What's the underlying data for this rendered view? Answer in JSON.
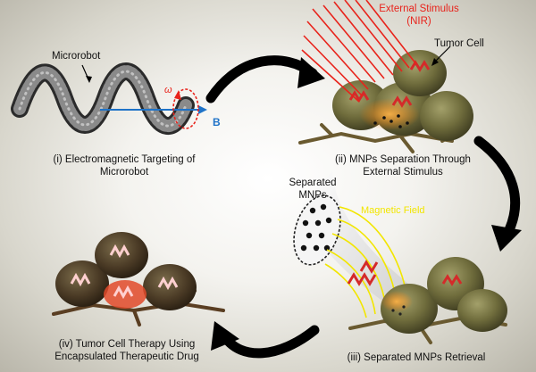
{
  "labels": {
    "microrobot": "Microrobot",
    "field_symbol": "B",
    "rotation_symbol": "ω",
    "external_stimulus": "External Stimulus",
    "nir": "(NIR)",
    "tumor_cell": "Tumor Cell",
    "separated_mnps": [
      "Separated",
      "MNPs"
    ],
    "magnetic_field": "Magnetic Field"
  },
  "steps": [
    {
      "lines": [
        "(i) Electromagnetic Targeting of",
        "Microrobot"
      ]
    },
    {
      "lines": [
        "(ii) MNPs Separation Through",
        "External Stimulus"
      ]
    },
    {
      "lines": [
        "(iii) Separated MNPs Retrieval"
      ]
    },
    {
      "lines": [
        "(iv) Tumor Cell Therapy Using",
        "Encapsulated Therapeutic Drug"
      ]
    }
  ],
  "colors": {
    "stimulus": "#e8231b",
    "field_arrow": "#1f73c8",
    "magnetic_field": "#f2e600",
    "tumor": "#6b6b3a",
    "microrobot": "#2e2e2e",
    "drug": "#d42a2a"
  }
}
